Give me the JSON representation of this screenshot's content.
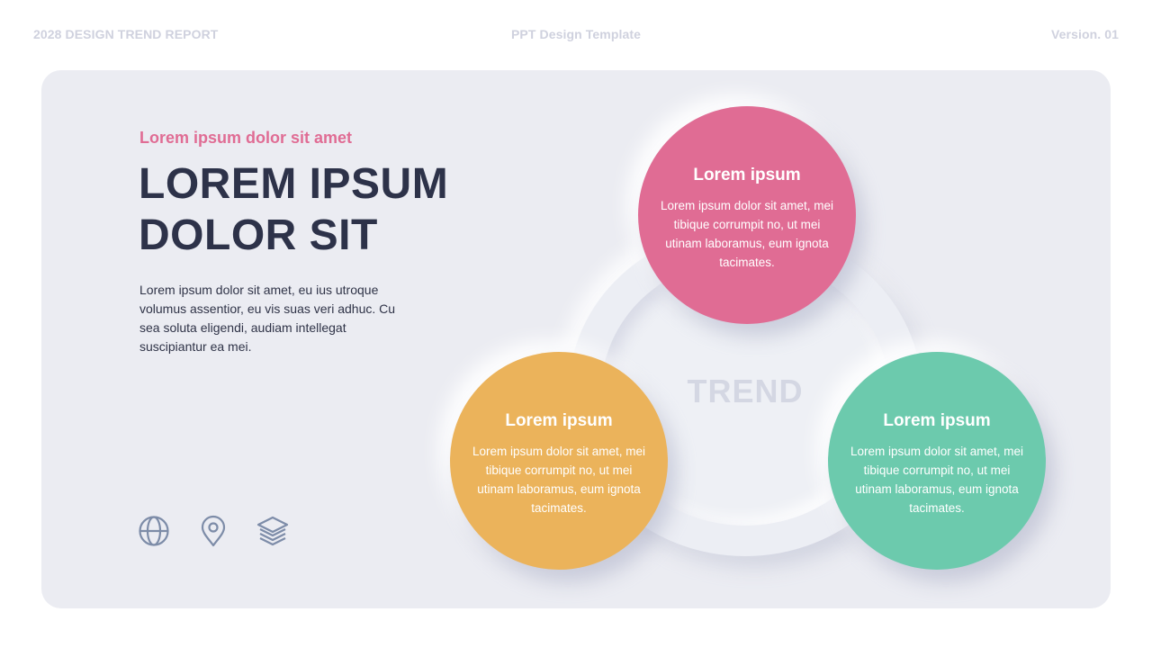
{
  "header": {
    "left": "2028 DESIGN TREND REPORT",
    "center": "PPT Design Template",
    "right": "Version. 01"
  },
  "content": {
    "kicker": "Lorem ipsum dolor sit amet",
    "title_line1": "LOREM IPSUM",
    "title_line2": "DOLOR SIT",
    "body": "Lorem ipsum dolor sit amet, eu ius utroque volumus assentior, eu vis suas veri adhuc. Cu sea soluta eligendi, audiam intellegat suscipiantur ea mei.",
    "icons": [
      "globe-icon",
      "location-pin-icon",
      "layers-icon"
    ]
  },
  "diagram": {
    "center_label": "TREND",
    "circles": [
      {
        "title": "Lorem ipsum",
        "text": "Lorem ipsum dolor sit amet, mei tibique corrumpit  no, ut mei utinam laboramus, eum ignota tacimates.",
        "color": "#e06c94"
      },
      {
        "title": "Lorem ipsum",
        "text": "Lorem ipsum dolor sit amet, mei tibique corrumpit  no, ut mei utinam laboramus, eum ignota tacimates.",
        "color": "#ebb35b"
      },
      {
        "title": "Lorem ipsum",
        "text": "Lorem ipsum dolor sit amet, mei tibique corrumpit  no, ut mei utinam laboramus, eum ignota tacimates.",
        "color": "#6ccaad"
      }
    ]
  },
  "colors": {
    "accent_pink": "#e06c94",
    "accent_orange": "#ebb35b",
    "accent_green": "#6ccaad",
    "title_dark": "#2d3249",
    "panel_bg": "#ebecf2",
    "icon_stroke": "#7d8ca8"
  }
}
